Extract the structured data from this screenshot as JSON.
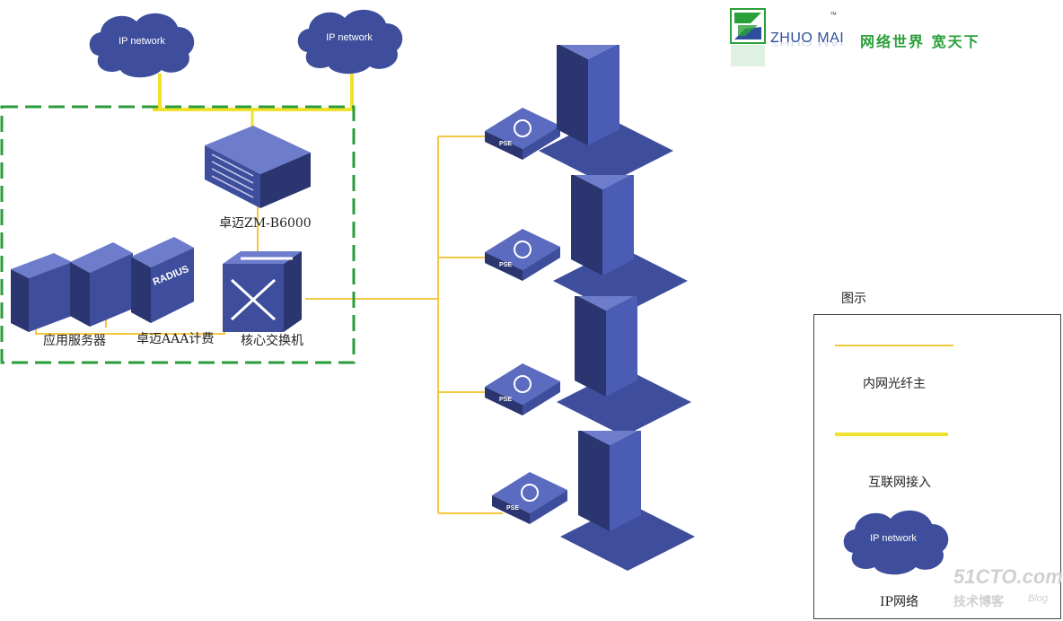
{
  "brand": {
    "name": "ZHUO MAI",
    "trademark": "™",
    "slogan": "网络世界 宽天下"
  },
  "clouds": [
    {
      "label": "IP network"
    },
    {
      "label": "IP network"
    }
  ],
  "devices": {
    "gateway_label": "卓迈ZM-B6000",
    "app_server_label": "应用服务器",
    "radius_text": "RADIUS",
    "aaa_label": "卓迈AAA计费",
    "core_switch_label": "核心交换机",
    "pse_text": "PSE"
  },
  "legend": {
    "title": "图示",
    "items": [
      {
        "label": "内网光纤主",
        "color": "#f5c842"
      },
      {
        "label": "互联网接入",
        "color": "#f2e12a"
      },
      {
        "label": "IP网络",
        "cloud_text": "IP network"
      }
    ]
  },
  "watermark": {
    "site": "51CTO.com",
    "subtitle": "技术博客",
    "blog": "Blog"
  },
  "colors": {
    "device_blue": "#3e4e9c",
    "device_dark": "#2b3670",
    "device_light": "#5a6bc0",
    "fiber_line": "#f5c842",
    "internet_line": "#f2e12a",
    "dmz_border": "#2a9d3a",
    "brand_green": "#2aa03a"
  }
}
